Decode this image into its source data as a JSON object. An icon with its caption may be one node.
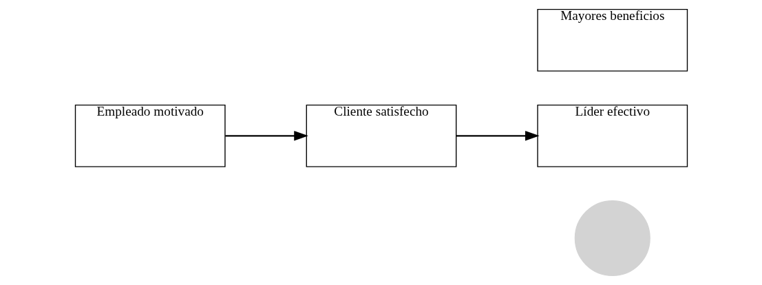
{
  "diagram": {
    "nodes": [
      {
        "text": [
          "Mayores beneficios"
        ]
      },
      {
        "text": [
          "Líder efectivo"
        ]
      },
      {
        "text": [
          "Cliente satisfecho"
        ]
      },
      {
        "text": [
          "Empleado motivado"
        ]
      },
      {
        "text": [],
        "shape": "circle"
      }
    ],
    "edges": [
      {
        "from": 3,
        "to": 2,
        "arrow": "to"
      },
      {
        "from": 2,
        "to": 1,
        "arrow": "to"
      }
    ]
  }
}
